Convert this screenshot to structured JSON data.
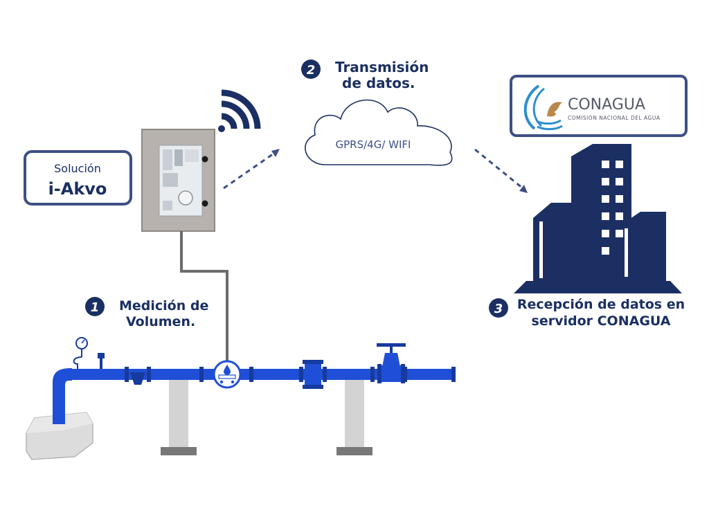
{
  "colors": {
    "navy": "#1b2f63",
    "pipe_blue": "#1f4fd6",
    "pipe_dark": "#163a9e",
    "panel_gray": "#b7b2ae",
    "concrete": "#c9c9c9",
    "cloud_stroke": "#1b2f63",
    "logo_gold": "#b8894a",
    "logo_blue": "#2a8fd0"
  },
  "solution_box": {
    "line1": "Solución",
    "line2": "i-Akvo"
  },
  "step1": {
    "number": "1",
    "line1": "Medición de",
    "line2": "Volumen."
  },
  "step2": {
    "number": "2",
    "line1": "Transmisión",
    "line2": "de datos."
  },
  "cloud": {
    "label": "GPRS/4G/ WIFI"
  },
  "step3": {
    "number": "3",
    "line1": "Recepción de datos en",
    "line2": "servidor CONAGUA"
  },
  "conagua_logo": {
    "name": "CONAGUA",
    "subtitle": "COMISIÓN NACIONAL DEL AGUA"
  },
  "icons": [
    "wifi-icon",
    "cloud-icon",
    "building-icon",
    "water-meter-icon",
    "pressure-gauge-icon",
    "gate-valve-icon",
    "check-valve-icon",
    "flow-meter-icon",
    "eagle-logo-icon"
  ]
}
